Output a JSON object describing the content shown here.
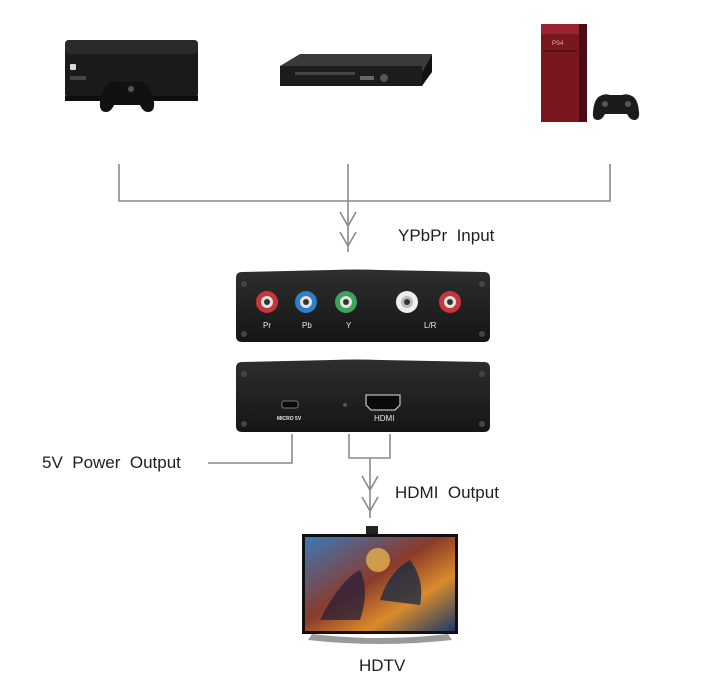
{
  "labels": {
    "ypbpr_input": "YPbPr  Input",
    "power_output": "5V  Power  Output",
    "hdmi_output": "HDMI  Output",
    "hdtv": "HDTV"
  },
  "input_panel": {
    "ports": [
      "Pr",
      "Pb",
      "Y",
      "L/R"
    ]
  },
  "output_panel": {
    "micro_label": "MICRO 5V",
    "hdmi_label": "HDMI"
  },
  "colors": {
    "line": "#8a8a8a",
    "panel": "#1f1f1f",
    "port_red": "#c8363c",
    "port_blue": "#2c7fc8",
    "port_green": "#3da35a",
    "port_white": "#eeeeee"
  },
  "icons": {
    "source_1": "xbox-console-icon",
    "source_2": "dvd-player-icon",
    "source_3": "playstation-console-icon",
    "display": "hdtv-icon"
  }
}
